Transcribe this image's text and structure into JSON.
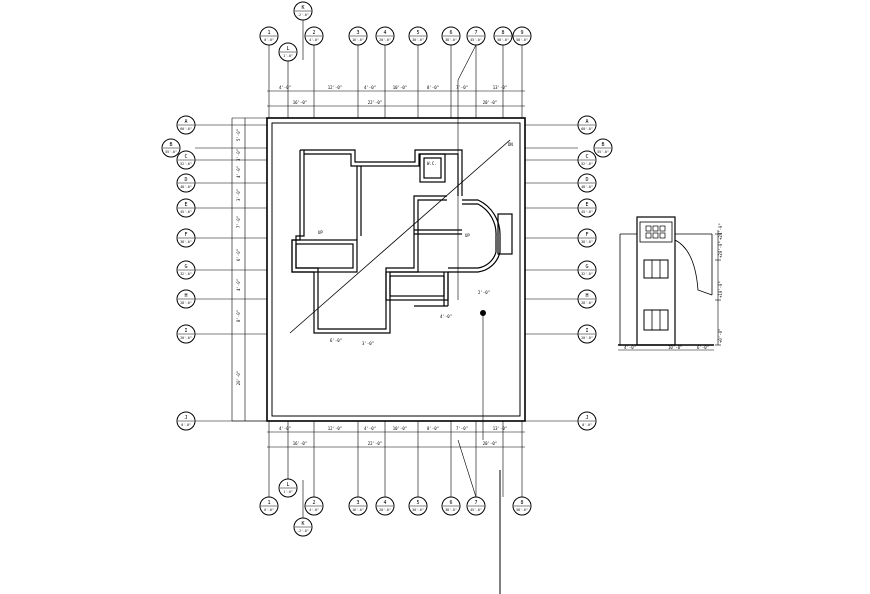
{
  "colors": {
    "background": "#ffffff",
    "ink": "#000000"
  },
  "plan": {
    "top_bubbles": [
      {
        "id": "1",
        "dim": "0'-0\""
      },
      {
        "id": "2",
        "dim": "4'-0\""
      },
      {
        "id": "3",
        "dim": "16'-0\""
      },
      {
        "id": "4",
        "dim": "20'-0\""
      },
      {
        "id": "5",
        "dim": "30'-0\""
      },
      {
        "id": "6",
        "dim": "38'-0\""
      },
      {
        "id": "7",
        "dim": "45'-0\""
      },
      {
        "id": "8",
        "dim": "50'-0\""
      },
      {
        "id": "9",
        "dim": "58'-0\""
      }
    ],
    "top_offset_bubbles": [
      {
        "id": "K",
        "dim": "-2'-0\""
      },
      {
        "id": "L",
        "dim": "1'-0\""
      }
    ],
    "bottom_bubbles": [
      {
        "id": "1",
        "dim": "0'-0\""
      },
      {
        "id": "2",
        "dim": "4'-0\""
      },
      {
        "id": "3",
        "dim": "16'-0\""
      },
      {
        "id": "4",
        "dim": "20'-0\""
      },
      {
        "id": "5",
        "dim": "30'-0\""
      },
      {
        "id": "6",
        "dim": "38'-0\""
      },
      {
        "id": "7",
        "dim": "45'-0\""
      },
      {
        "id": "8",
        "dim": "58'-0\""
      }
    ],
    "bottom_offset_bubbles": [
      {
        "id": "L",
        "dim": "1'-0\""
      },
      {
        "id": "K",
        "dim": "-2'-0\""
      }
    ],
    "left_bubbles": [
      {
        "id": "A",
        "dim": "60'-0\""
      },
      {
        "id": "B",
        "dim": "55'-0\""
      },
      {
        "id": "C",
        "dim": "52'-0\""
      },
      {
        "id": "D",
        "dim": "48'-0\""
      },
      {
        "id": "E",
        "dim": "45'-0\""
      },
      {
        "id": "F",
        "dim": "38'-0\""
      },
      {
        "id": "G",
        "dim": "32'-0\""
      },
      {
        "id": "H",
        "dim": "28'-0\""
      },
      {
        "id": "I",
        "dim": "20'-0\""
      },
      {
        "id": "J",
        "dim": "0'-0\""
      }
    ],
    "right_bubbles": [
      {
        "id": "A",
        "dim": "60'-0\""
      },
      {
        "id": "B",
        "dim": "55'-0\""
      },
      {
        "id": "C",
        "dim": "52'-0\""
      },
      {
        "id": "D",
        "dim": "48'-0\""
      },
      {
        "id": "E",
        "dim": "45'-0\""
      },
      {
        "id": "F",
        "dim": "38'-0\""
      },
      {
        "id": "G",
        "dim": "32'-0\""
      },
      {
        "id": "H",
        "dim": "28'-0\""
      },
      {
        "id": "I",
        "dim": "20'-0\""
      },
      {
        "id": "J",
        "dim": "0'-0\""
      }
    ],
    "top_dims": [
      "4'-0\"",
      "12'-0\"",
      "4'-0\"",
      "10'-0\"",
      "8'-0\"",
      "7'-0\"",
      "13'-0\""
    ],
    "top_overall_dims": [
      "16'-0\"",
      "22'-0\"",
      "20'-0\""
    ],
    "bottom_dims": [
      "4'-0\"",
      "12'-0\"",
      "4'-0\"",
      "10'-0\"",
      "8'-0\"",
      "7'-0\"",
      "13'-0\""
    ],
    "bottom_overall_dims": [
      "16'-0\"",
      "22'-0\"",
      "20'-0\""
    ],
    "left_dims": [
      "5'-0\"",
      "3'-0\"",
      "4'-0\"",
      "3'-0\"",
      "7'-0\"",
      "6'-0\"",
      "4'-0\"",
      "8'-0\"",
      "20'-0\""
    ],
    "small_labels": [
      "DN",
      "UP",
      "UP",
      "W.C.",
      "6'-0\"",
      "3'-0\"",
      "4'-0\"",
      "2'-0\""
    ]
  },
  "elevation": {
    "dims": [
      "4'-0\"",
      "10'-0\"",
      "6'-0\""
    ],
    "level_labels": [
      "+0'-0\"",
      "+10'-0\"",
      "+20'-0\"",
      "+24'-0\""
    ]
  }
}
